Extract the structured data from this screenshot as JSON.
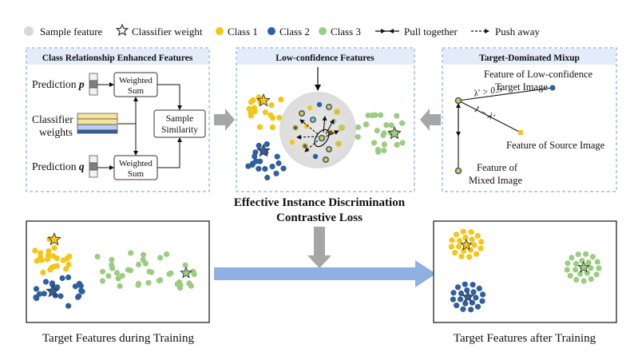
{
  "colors": {
    "class1": "#f5c518",
    "class2": "#2f5f9e",
    "class3": "#9ccc82",
    "sample": "#d9d9d9",
    "panel_border": "#6f9fd8",
    "panel_title_bg": "#e3ecf8",
    "arrow_gray": "#a6a6a6",
    "arrow_blue": "#8fb0e0"
  },
  "legend": {
    "sample_feature": "Sample feature",
    "classifier_weight": "Classifier weight",
    "class1": "Class 1",
    "class2": "Class 2",
    "class3": "Class 3",
    "pull_together": "Pull together",
    "push_away": "Push away"
  },
  "panel_left": {
    "title": "Class Relationship Enhanced Features",
    "prediction_p_prefix": "Prediction",
    "p_symbol": "p",
    "prediction_q_prefix": "Prediction",
    "q_symbol": "q",
    "classifier_weights_line1": "Classifier",
    "classifier_weights_line2": "weights",
    "weighted_sum_line1": "Weighted",
    "weighted_sum_line2": "Sum",
    "similarity_line1": "Sample",
    "similarity_line2": "Similarity"
  },
  "panel_middle": {
    "title": "Low-confidence Features"
  },
  "panel_right": {
    "title": "Target-Dominated Mixup",
    "label_lowconf_line1": "Feature of Low-confidence",
    "label_lowconf_line2": "Target Image",
    "lambda_gt": "λ' > 0.5",
    "one_minus_lambda": "1 − λ'",
    "label_source": "Feature of Source Image",
    "label_mixed_line1": "Feature of",
    "label_mixed_line2": "Mixed Image"
  },
  "loss_label_line1": "Effective Instance Discrimination",
  "loss_label_line2": "Contrastive Loss",
  "bottom_left_caption": "Target Features during Training",
  "bottom_right_caption": "Target Features after Training"
}
